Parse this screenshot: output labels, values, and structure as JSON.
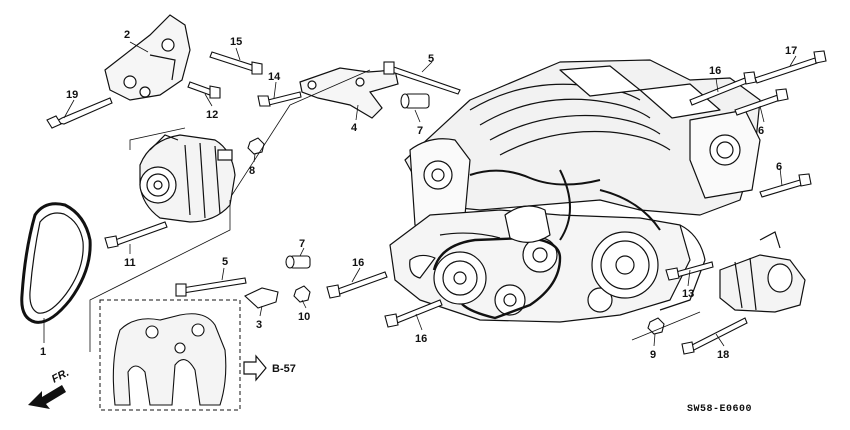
{
  "diagram": {
    "callouts": [
      "1",
      "2",
      "3",
      "4",
      "5",
      "5",
      "6",
      "6",
      "7",
      "7",
      "8",
      "9",
      "10",
      "11",
      "12",
      "13",
      "14",
      "15",
      "16",
      "16",
      "16",
      "17",
      "18",
      "19"
    ],
    "ref_label": "B-57",
    "front_label": "FR.",
    "diagram_code": "SW58-E0600"
  }
}
